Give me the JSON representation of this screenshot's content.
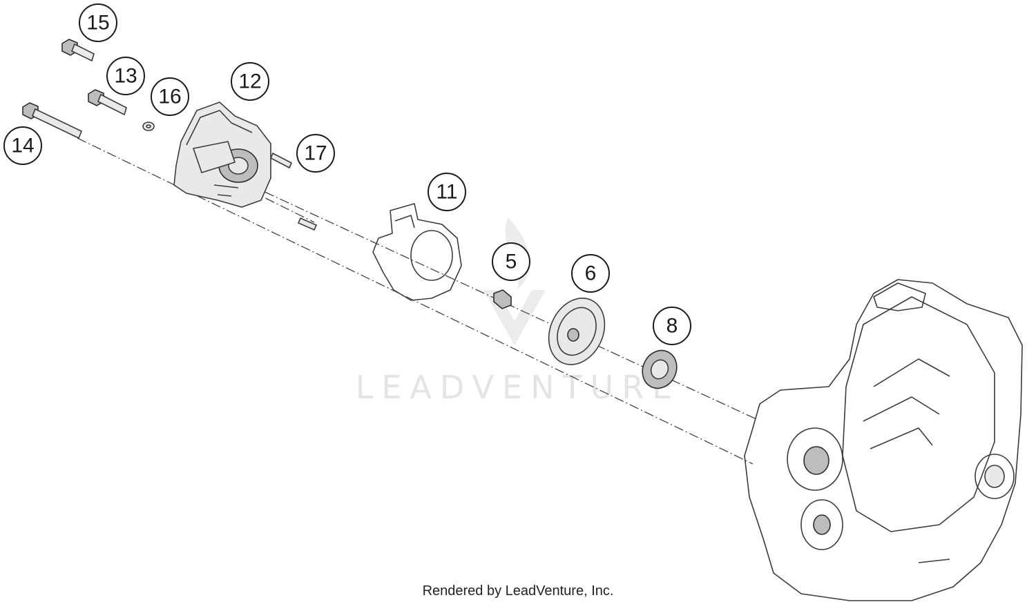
{
  "diagram": {
    "callouts": [
      "15",
      "13",
      "16",
      "12",
      "14",
      "17",
      "11",
      "5",
      "6",
      "8"
    ],
    "watermark": "LEADVENTURE",
    "credit": "Rendered by LeadVenture, Inc.",
    "colors": {
      "line": "#3a3a3a",
      "watermark": "#e4e4e4",
      "background": "#ffffff"
    }
  }
}
